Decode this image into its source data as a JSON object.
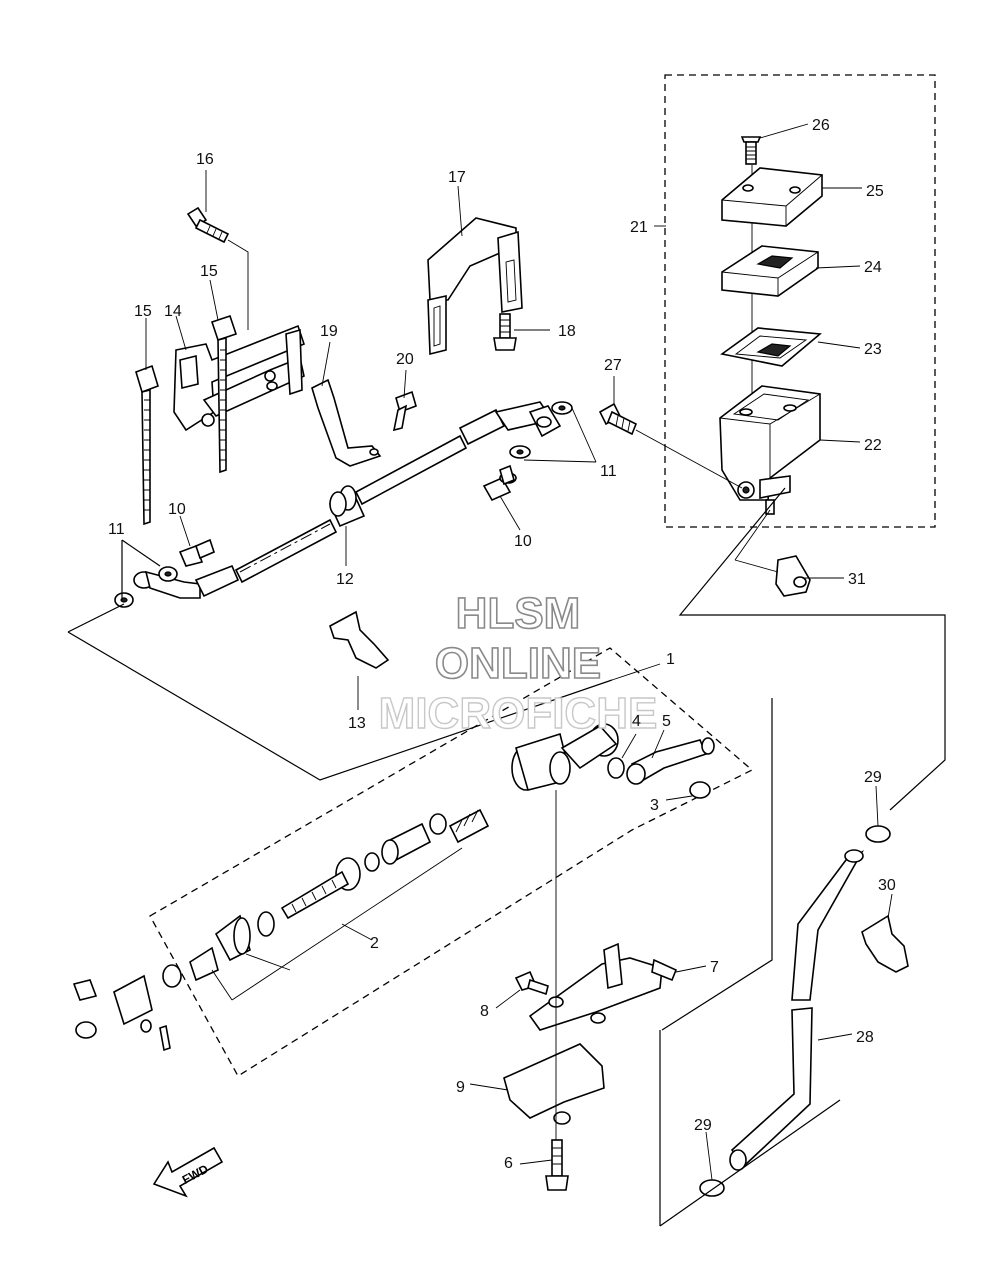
{
  "watermark": {
    "line1": "HLSM",
    "line2": "ONLINE",
    "line3": "MICROFICHE"
  },
  "fwd_label": "FWD",
  "callouts": {
    "c1": "1",
    "c2": "2",
    "c3": "3",
    "c4": "4",
    "c5": "5",
    "c6": "6",
    "c7": "7",
    "c8": "8",
    "c9": "9",
    "c10a": "10",
    "c10b": "10",
    "c11a": "11",
    "c11b": "11",
    "c12": "12",
    "c13": "13",
    "c14": "14",
    "c15a": "15",
    "c15b": "15",
    "c16": "16",
    "c17": "17",
    "c18": "18",
    "c19": "19",
    "c20": "20",
    "c21": "21",
    "c22": "22",
    "c23": "23",
    "c24": "24",
    "c25": "25",
    "c26": "26",
    "c27": "27",
    "c28": "28",
    "c29a": "29",
    "c29b": "29",
    "c30": "30",
    "c31": "31"
  }
}
